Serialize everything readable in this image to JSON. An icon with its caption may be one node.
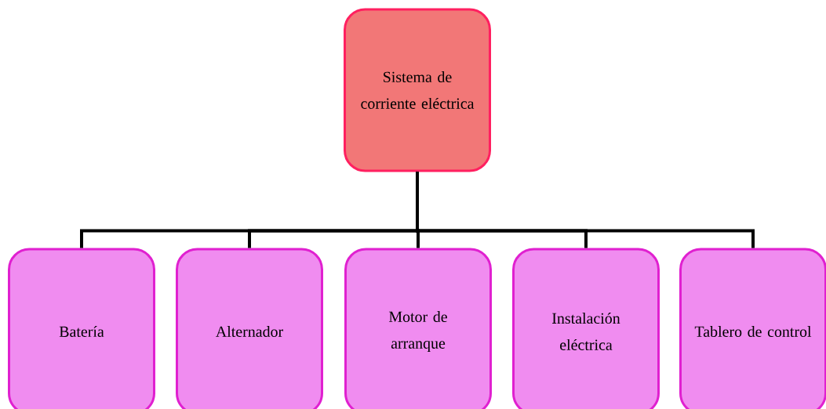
{
  "diagram": {
    "nodes": [
      {
        "text": [
          "Sistema de corriente eléctrica"
        ]
      },
      {
        "text": [
          "Batería"
        ]
      },
      {
        "text": [
          "Alternador"
        ]
      },
      {
        "text": [
          "Motor de arranque"
        ]
      },
      {
        "text": [
          "Instalación eléctrica"
        ]
      },
      {
        "text": [
          "Tablero de control"
        ]
      }
    ],
    "edges": [
      {
        "from": 0,
        "to": 1,
        "arrow": "none"
      },
      {
        "from": 0,
        "to": 2,
        "arrow": "none"
      },
      {
        "from": 0,
        "to": 3,
        "arrow": "none"
      },
      {
        "from": 0,
        "to": 4,
        "arrow": "none"
      },
      {
        "from": 0,
        "to": 5,
        "arrow": "none"
      }
    ]
  }
}
